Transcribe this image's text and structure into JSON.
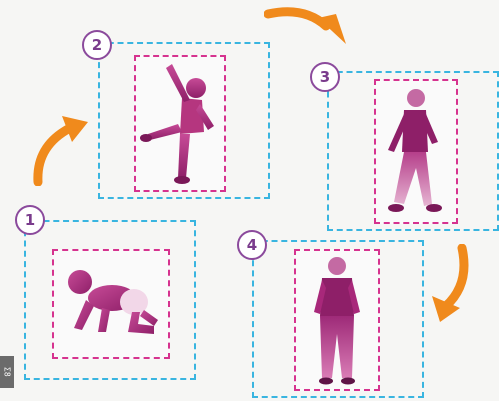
{
  "steps": [
    {
      "number": "1",
      "figure": "crawling-baby"
    },
    {
      "number": "2",
      "figure": "jumping-child"
    },
    {
      "number": "3",
      "figure": "walking-elderly-man"
    },
    {
      "number": "4",
      "figure": "standing-man"
    }
  ],
  "corner_tag": "Ʃ8",
  "colors": {
    "outer_frame": "#39b5e0",
    "inner_frame": "#d6338f",
    "badge": "#8b4a9c",
    "arrow": "#f08a1c",
    "figure": "#a8287a"
  }
}
